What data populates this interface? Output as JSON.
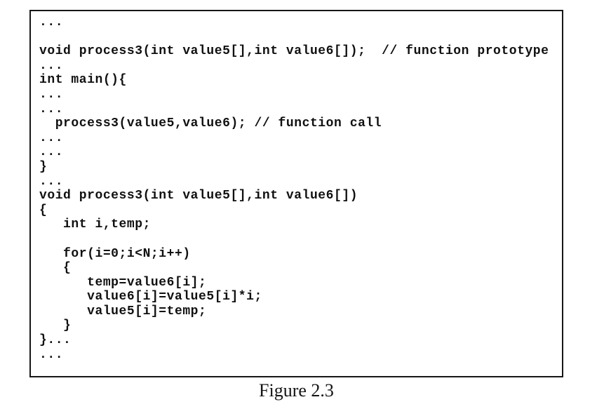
{
  "figure": {
    "caption": "Figure 2.3"
  },
  "code": {
    "language": "c",
    "lines": [
      "...",
      "",
      "void process3(int value5[],int value6[]);  // function prototype",
      "...",
      "int main(){",
      "...",
      "...",
      "  process3(value5,value6); // function call",
      "...",
      "...",
      "}",
      "...",
      "void process3(int value5[],int value6[])",
      "{",
      "   int i,temp;",
      "",
      "   for(i=0;i<N;i++)",
      "   {",
      "      temp=value6[i];",
      "      value6[i]=value5[i]*i;",
      "      value5[i]=temp;",
      "   }",
      "}...",
      "..."
    ]
  },
  "colors": {
    "background": "#ffffff",
    "border": "#161616",
    "code_text": "#101010",
    "caption_text": "#141414"
  }
}
